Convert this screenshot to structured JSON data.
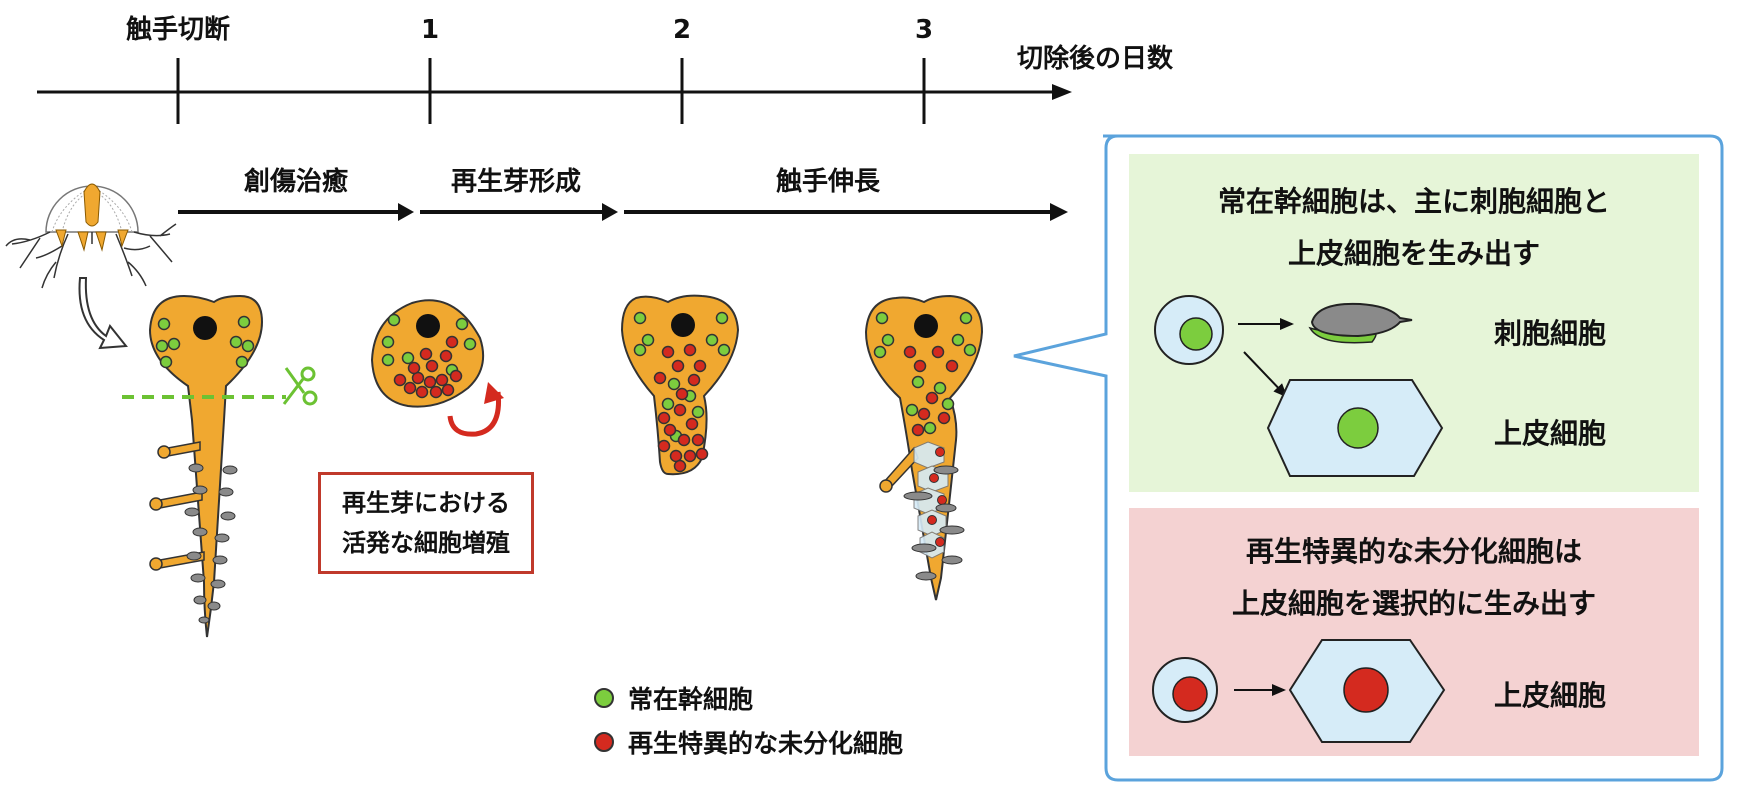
{
  "timeline": {
    "amputation_label": "触手切断",
    "day_labels": [
      "1",
      "2",
      "3"
    ],
    "axis_label": "切除後の日数"
  },
  "stages": {
    "wound_healing": "創傷治癒",
    "blastema_formation": "再生芽形成",
    "tentacle_elongation": "触手伸長"
  },
  "note": {
    "line1": "再生芽における",
    "line2": "活発な細胞増殖"
  },
  "legend": {
    "resident_stem_cell": "常在幹細胞",
    "regeneration_specific_cell": "再生特異的な未分化細胞"
  },
  "callout": {
    "top": {
      "line1": "常在幹細胞は、主に刺胞細胞と",
      "line2": "上皮細胞を生み出す",
      "product1": "刺胞細胞",
      "product2": "上皮細胞"
    },
    "bottom": {
      "line1": "再生特異的な未分化細胞は",
      "line2": "上皮細胞を選択的に生み出す",
      "product": "上皮細胞"
    }
  },
  "colors": {
    "tissue": "#f0a830",
    "resident_stem_cell": "#7ccd3e",
    "regeneration_cell": "#d42a1f",
    "cnidocyte": "#8a8a8a",
    "epithelial": "#d6ecf8",
    "callout_border": "#5ba3dc",
    "panel_green": "#e6f5d8",
    "panel_red": "#f4d2d2",
    "note_border": "#c0392b"
  }
}
